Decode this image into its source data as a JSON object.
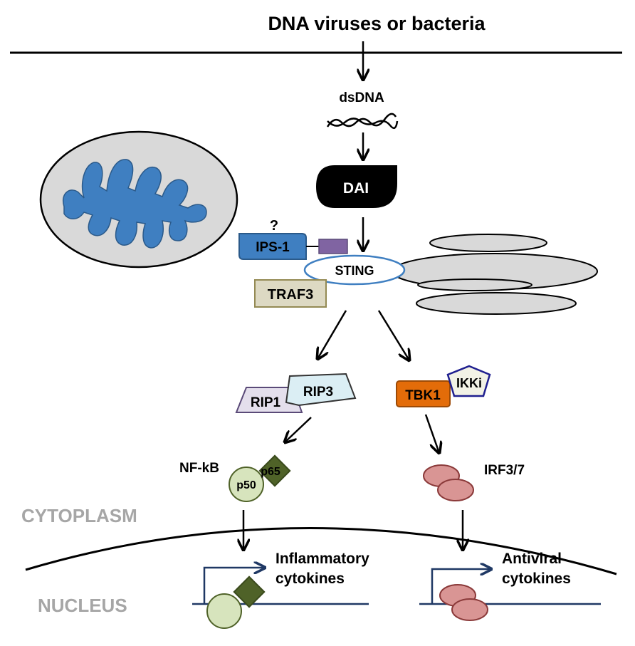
{
  "top_label": "DNA viruses or bacteria",
  "dsdna": "dsDNA",
  "dai": "DAI",
  "question_mark": "?",
  "ips1": "IPS-1",
  "sting": "STING",
  "traf3": "TRAF3",
  "rip1": "RIP1",
  "rip3": "RIP3",
  "tbk1": "TBK1",
  "ikki": "IKKi",
  "nfkb": "NF-kB",
  "p50": "p50",
  "p65": "p65",
  "irf": "IRF3/7",
  "cytoplasm": "CYTOPLASM",
  "nucleus": "NUCLEUS",
  "inflammatory": [
    "Inflammatory",
    "cytokines"
  ],
  "antiviral": [
    "Antiviral",
    "cytokines"
  ],
  "colors": {
    "mito_blue": "#3f7fc1",
    "mito_gray": "#d9d9d9",
    "ips_purple": "#8064a2",
    "traf_fill": "#ddd9c3",
    "traf_stroke": "#948a54",
    "rip1_fill": "#e4dfec",
    "rip3_fill": "#dbeef4",
    "tbk1_fill": "#e36c09",
    "ikki_stroke": "#1f1f8f",
    "p50_fill": "#d7e4bd",
    "p65_fill": "#4f6228",
    "irf_fill": "#d99594",
    "gene_line": "#1f3864",
    "compartment_gray": "#a6a6a6"
  }
}
